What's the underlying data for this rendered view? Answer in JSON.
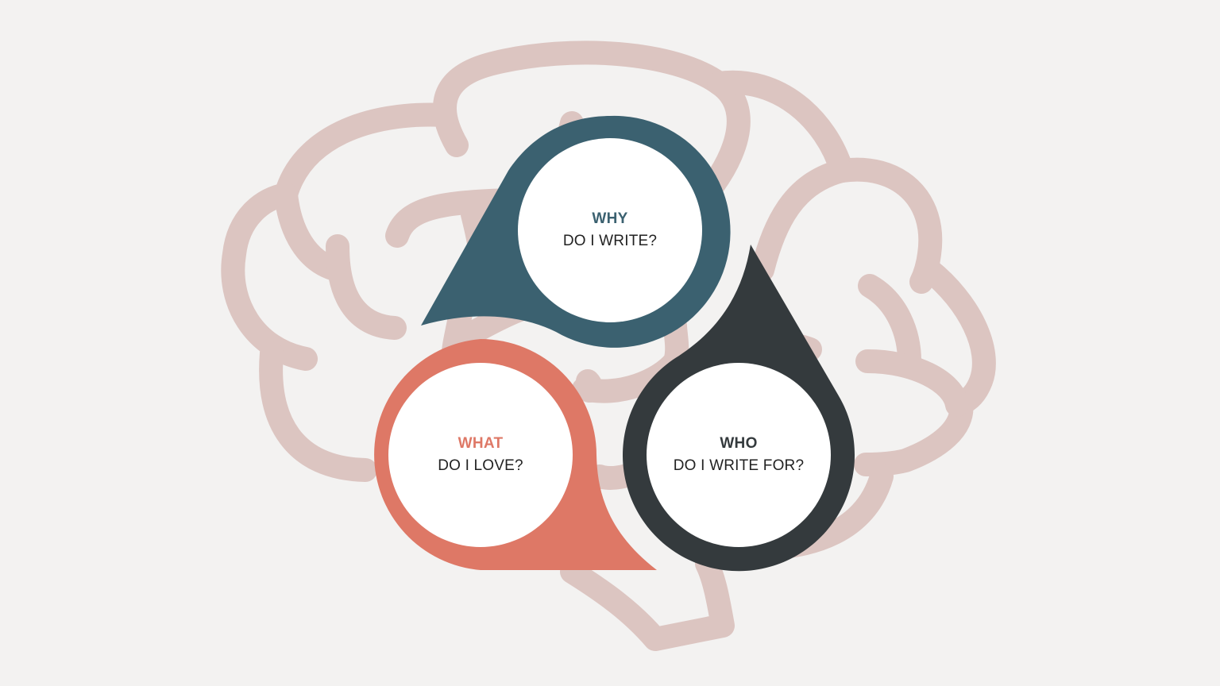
{
  "colors": {
    "background": "#f3f2f1",
    "brain_outline": "#dcc5c1",
    "why": "#3b6170",
    "what": "#de7866",
    "who": "#343a3d",
    "circle_fill": "#ffffff",
    "question_text": "#222222"
  },
  "illustration": {
    "icon": "brain-outline-icon"
  },
  "bubbles": [
    {
      "id": "why",
      "keyword": "WHY",
      "question": "DO I WRITE?",
      "color": "#3b6170",
      "tail_direction": "left"
    },
    {
      "id": "what",
      "keyword": "WHAT",
      "question": "DO I LOVE?",
      "color": "#de7866",
      "tail_direction": "bottom-right"
    },
    {
      "id": "who",
      "keyword": "WHO",
      "question": "DO I WRITE FOR?",
      "color": "#343a3d",
      "tail_direction": "top"
    }
  ]
}
